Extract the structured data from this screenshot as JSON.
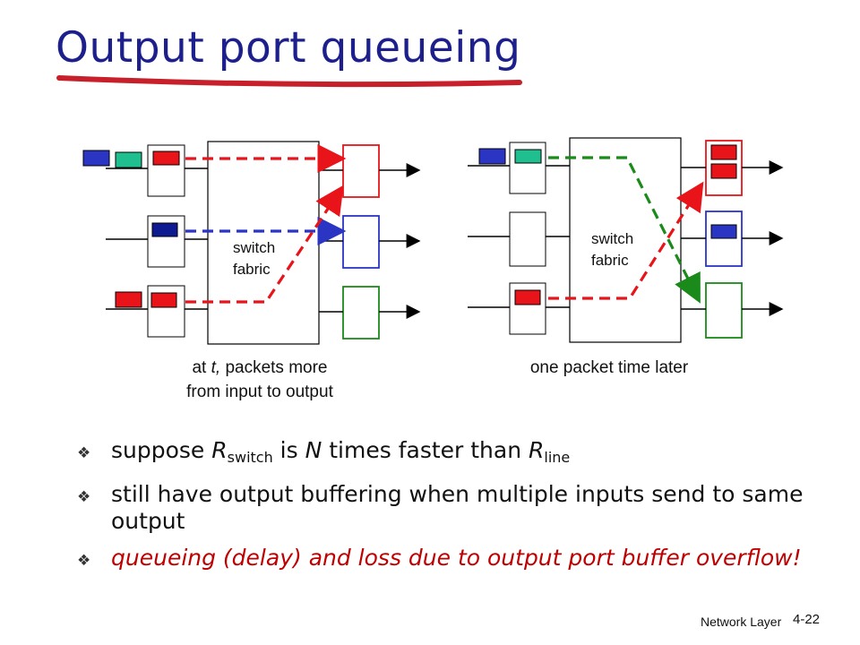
{
  "slide": {
    "title": "Output port queueing",
    "footer": {
      "label": "Network Layer",
      "page": "4-22"
    }
  },
  "diagram": {
    "left": {
      "fabric_label_line1": "switch",
      "fabric_label_line2": "fabric",
      "caption_prefix": "at ",
      "caption_italic": "t,",
      "caption_rest": " packets more",
      "caption_line2": "from input to output"
    },
    "right": {
      "fabric_label_line1": "switch",
      "fabric_label_line2": "fabric",
      "caption": "one packet time later"
    }
  },
  "bullets": [
    {
      "pre": "suppose ",
      "r1": "R",
      "sub1": "switch",
      "mid": " is ",
      "n": "N",
      "post": " times faster than ",
      "r2": "R",
      "sub2": "line"
    },
    {
      "text": "still have output buffering when multiple inputs send to same output"
    },
    {
      "text": "queueing (delay) and loss due to output port buffer overflow!"
    }
  ],
  "colors": {
    "title": "#1c1f8c",
    "underline": "#c8202a",
    "red": "#e8141a",
    "blue": "#2a35c4",
    "teal": "#1fbf8f",
    "green": "#1a8a1a",
    "dark_blue": "#0e1a8f",
    "emphasis": "#c00000"
  }
}
